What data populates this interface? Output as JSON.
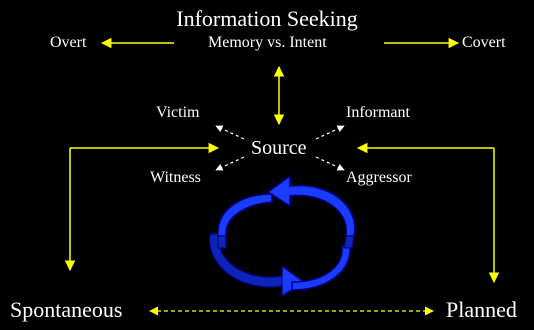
{
  "title": "Information Seeking",
  "axis_top": {
    "left": "Overt",
    "center": "Memory vs. Intent",
    "right": "Covert"
  },
  "source": {
    "center": "Source",
    "top_left": "Victim",
    "top_right": "Informant",
    "bottom_left": "Witness",
    "bottom_right": "Aggressor"
  },
  "axis_bottom": {
    "left": "Spontaneous",
    "right": "Planned"
  },
  "colors": {
    "background": "#000000",
    "text": "#ffffff",
    "arrows": "#ffff00",
    "dashed_connectors": "#ffffff",
    "cycle_fill": "#1a3cff",
    "cycle_edge": "#000080"
  },
  "icons": [
    "cycle-arrows-icon"
  ]
}
